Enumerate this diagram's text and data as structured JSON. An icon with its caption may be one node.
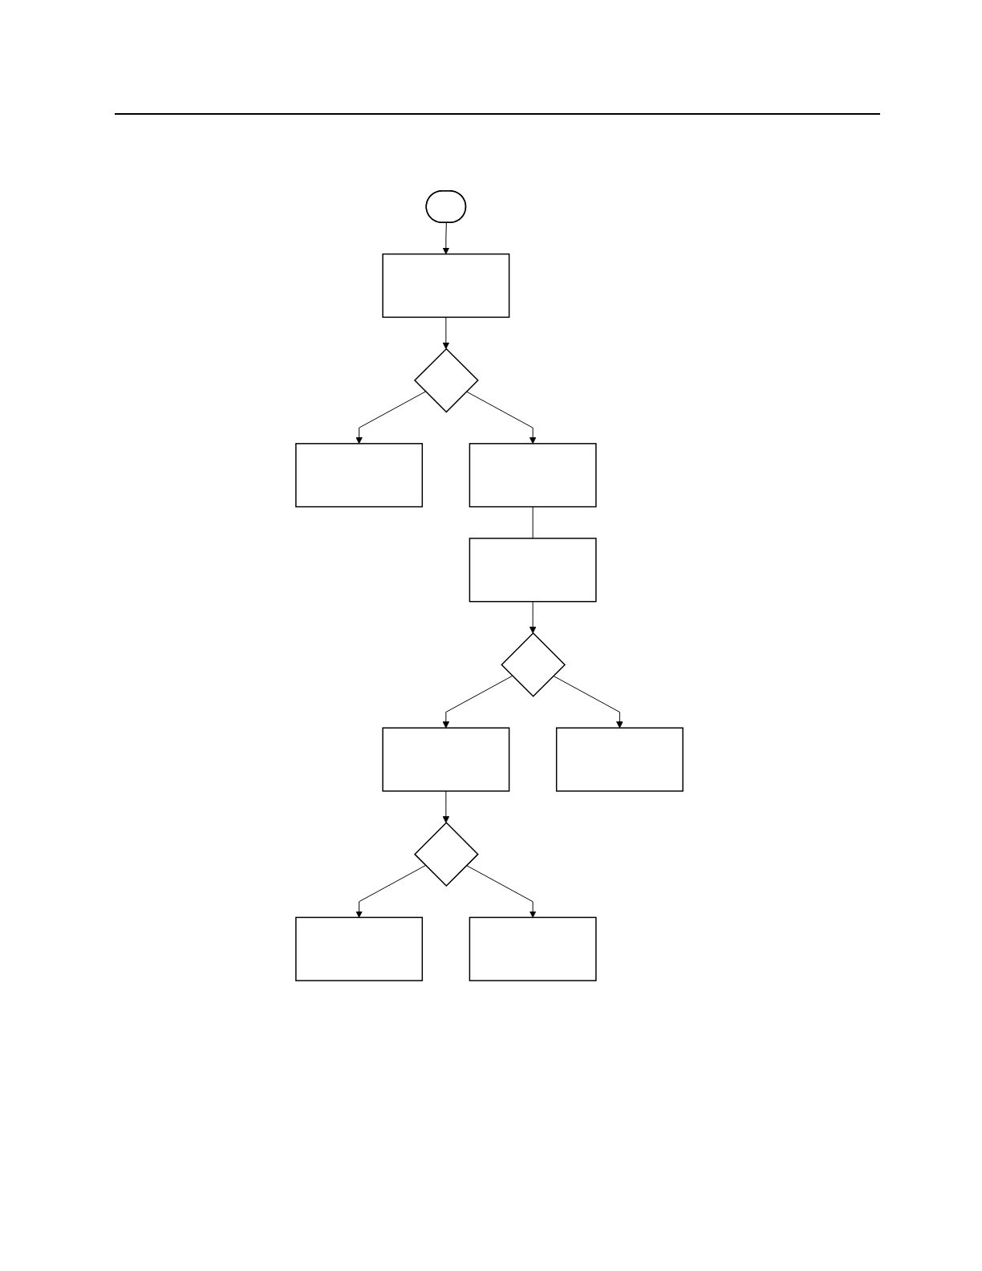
{
  "diagram": {
    "nodes": [
      {
        "text": [],
        "shape": "stadium"
      },
      {
        "text": [],
        "shape": "box"
      },
      {
        "text": [],
        "shape": "diamond"
      },
      {
        "text": [],
        "shape": "box"
      },
      {
        "text": [],
        "shape": "box"
      },
      {
        "text": [],
        "shape": "box"
      },
      {
        "text": [],
        "shape": "diamond"
      },
      {
        "text": [],
        "shape": "box"
      },
      {
        "text": [],
        "shape": "diamond"
      },
      {
        "text": [],
        "shape": "box"
      },
      {
        "text": [],
        "shape": "box"
      },
      {
        "text": [],
        "shape": "box"
      }
    ],
    "edges": [
      {
        "from": 0,
        "to": 1,
        "arrow": "to"
      },
      {
        "from": 1,
        "to": 2,
        "arrow": "to"
      },
      {
        "from": 2,
        "to": 3,
        "arrow": "to"
      },
      {
        "from": 2,
        "to": 4,
        "arrow": "to"
      },
      {
        "from": 4,
        "to": 5,
        "arrow": "none"
      },
      {
        "from": 5,
        "to": 6,
        "arrow": "to"
      },
      {
        "from": 6,
        "to": 7,
        "arrow": "to"
      },
      {
        "from": 7,
        "to": 8,
        "arrow": "to"
      },
      {
        "from": 8,
        "to": 9,
        "arrow": "to"
      },
      {
        "from": 8,
        "to": 10,
        "arrow": "to"
      },
      {
        "from": 6,
        "to": 11,
        "arrow": "to"
      }
    ]
  }
}
